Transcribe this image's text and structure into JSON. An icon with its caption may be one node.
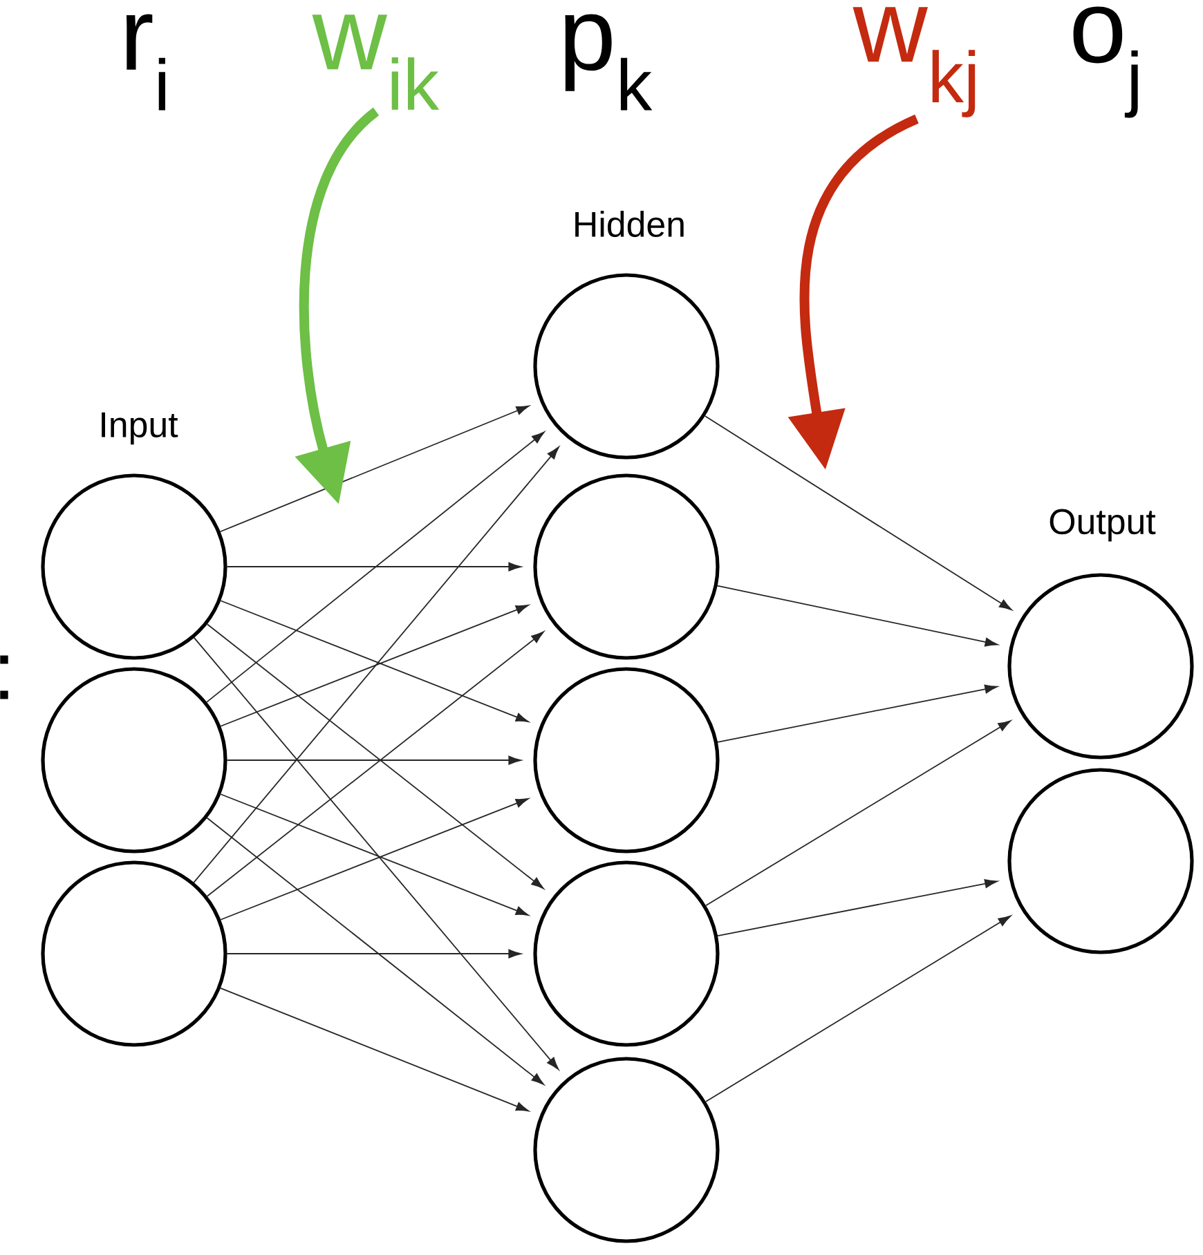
{
  "diagram": {
    "nodes": [
      {
        "text": [
          "w$_{ik}$"
        ]
      },
      {
        "text": [
          "w$_{kj}$"
        ]
      },
      {
        "text": [],
        "shape": "circle"
      },
      {
        "text": [],
        "shape": "circle"
      },
      {
        "text": [],
        "shape": "circle"
      },
      {
        "text": [],
        "shape": "circle"
      },
      {
        "text": [],
        "shape": "circle"
      },
      {
        "text": [],
        "shape": "circle"
      },
      {
        "text": [],
        "shape": "circle"
      },
      {
        "text": [],
        "shape": "circle"
      },
      {
        "text": [],
        "shape": "circle"
      },
      {
        "text": [],
        "shape": "circle"
      }
    ],
    "edges": [
      {
        "from": 2,
        "to": 5,
        "arrow": "to"
      },
      {
        "from": 2,
        "to": 6,
        "arrow": "to"
      },
      {
        "from": 2,
        "to": 7,
        "arrow": "to"
      },
      {
        "from": 2,
        "to": 8,
        "arrow": "to"
      },
      {
        "from": 2,
        "to": 9,
        "arrow": "to"
      },
      {
        "from": 3,
        "to": 5,
        "arrow": "to"
      },
      {
        "from": 3,
        "to": 6,
        "arrow": "to"
      },
      {
        "from": 3,
        "to": 7,
        "arrow": "to"
      },
      {
        "from": 3,
        "to": 8,
        "arrow": "to"
      },
      {
        "from": 3,
        "to": 9,
        "arrow": "to"
      },
      {
        "from": 4,
        "to": 5,
        "arrow": "to"
      },
      {
        "from": 4,
        "to": 6,
        "arrow": "to"
      },
      {
        "from": 4,
        "to": 7,
        "arrow": "to"
      },
      {
        "from": 4,
        "to": 8,
        "arrow": "to"
      },
      {
        "from": 4,
        "to": 9,
        "arrow": "to"
      },
      {
        "from": 5,
        "to": 10,
        "arrow": "to"
      },
      {
        "from": 6,
        "to": 10,
        "arrow": "to"
      },
      {
        "from": 7,
        "to": 10,
        "arrow": "to"
      },
      {
        "from": 8,
        "to": 10,
        "arrow": "to"
      },
      {
        "from": 8,
        "to": 11,
        "arrow": "to"
      },
      {
        "from": 9,
        "to": 11,
        "arrow": "to"
      },
      {
        "from": 0,
        "to": null,
        "arrow": "to",
        "style": "thick",
        "color": "#6dbf45"
      },
      {
        "from": 1,
        "to": null,
        "arrow": "to",
        "style": "thick",
        "color": "#c42a0f"
      }
    ],
    "labels": [
      "r$_{i}$",
      "p$_{k}$",
      "o$_{j}$",
      "Input",
      "Hidden",
      "Output",
      ":"
    ]
  }
}
